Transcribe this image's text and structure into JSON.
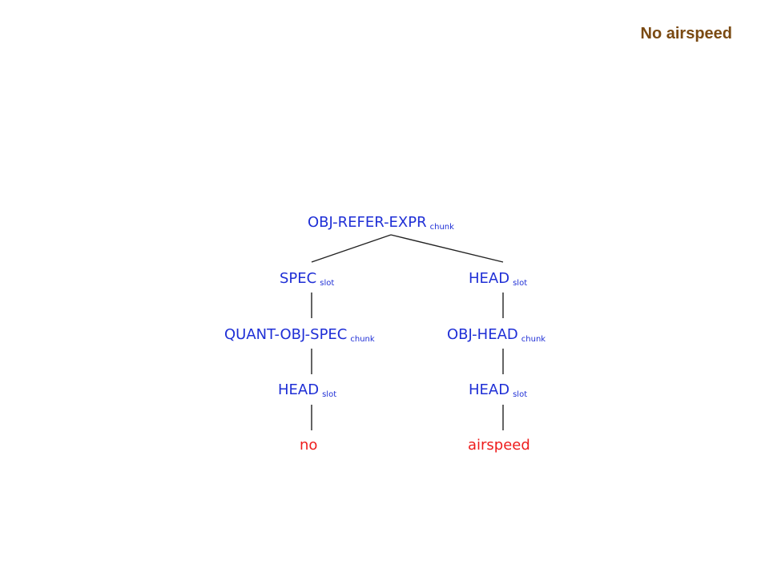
{
  "slide": {
    "title": "No airspeed"
  },
  "colors": {
    "title": "#7a4a12",
    "node": "#1f2fd6",
    "leaf": "#ee1c1c",
    "edge": "#222222"
  },
  "tree": {
    "nodes": [
      {
        "id": "root",
        "label": "OBJ-REFER-EXPR",
        "sub": "chunk",
        "kind": "node"
      },
      {
        "id": "spec-slot",
        "label": "SPEC",
        "sub": "slot",
        "kind": "node"
      },
      {
        "id": "head-slot-right",
        "label": "HEAD",
        "sub": "slot",
        "kind": "node"
      },
      {
        "id": "quant-obj-spec",
        "label": "QUANT-OBJ-SPEC",
        "sub": "chunk",
        "kind": "node"
      },
      {
        "id": "obj-head",
        "label": "OBJ-HEAD",
        "sub": "chunk",
        "kind": "node"
      },
      {
        "id": "head-slot-left-lower",
        "label": "HEAD",
        "sub": "slot",
        "kind": "node"
      },
      {
        "id": "head-slot-right-lower",
        "label": "HEAD",
        "sub": "slot",
        "kind": "node"
      },
      {
        "id": "leaf-no",
        "label": "no",
        "sub": "",
        "kind": "leaf"
      },
      {
        "id": "leaf-airspeed",
        "label": "airspeed",
        "sub": "",
        "kind": "leaf"
      }
    ],
    "edges": [
      {
        "from": "root",
        "to": "spec-slot"
      },
      {
        "from": "root",
        "to": "head-slot-right"
      },
      {
        "from": "spec-slot",
        "to": "quant-obj-spec"
      },
      {
        "from": "head-slot-right",
        "to": "obj-head"
      },
      {
        "from": "quant-obj-spec",
        "to": "head-slot-left-lower"
      },
      {
        "from": "obj-head",
        "to": "head-slot-right-lower"
      },
      {
        "from": "head-slot-left-lower",
        "to": "leaf-no"
      },
      {
        "from": "head-slot-right-lower",
        "to": "leaf-airspeed"
      }
    ]
  }
}
